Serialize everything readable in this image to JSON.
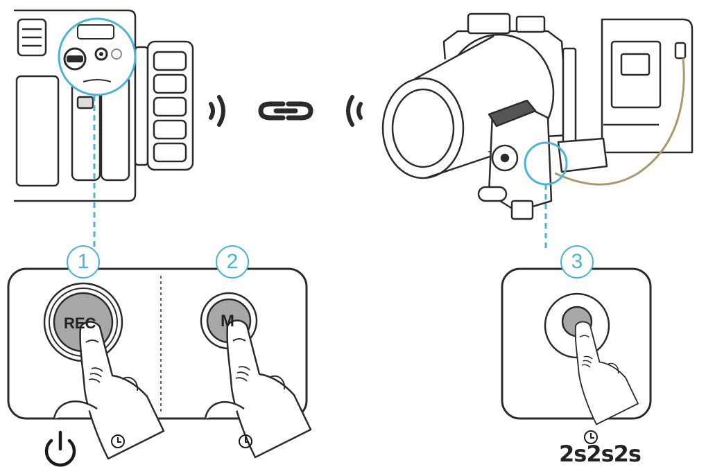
{
  "steps": [
    {
      "number": "1",
      "button_label": "REC"
    },
    {
      "number": "2",
      "button_label": "M"
    },
    {
      "number": "3",
      "button_label": ""
    }
  ],
  "duration_text": "2s2s2s",
  "icons": [
    "power-icon",
    "clock-icon",
    "clock-icon",
    "clock-icon",
    "wireless-signal-icon",
    "link-icon"
  ],
  "colors": {
    "accent": "#4ab3d6",
    "line": "#2a2a2a",
    "button_fill": "#a8a8a8",
    "hand_fill": "#ffffff"
  }
}
